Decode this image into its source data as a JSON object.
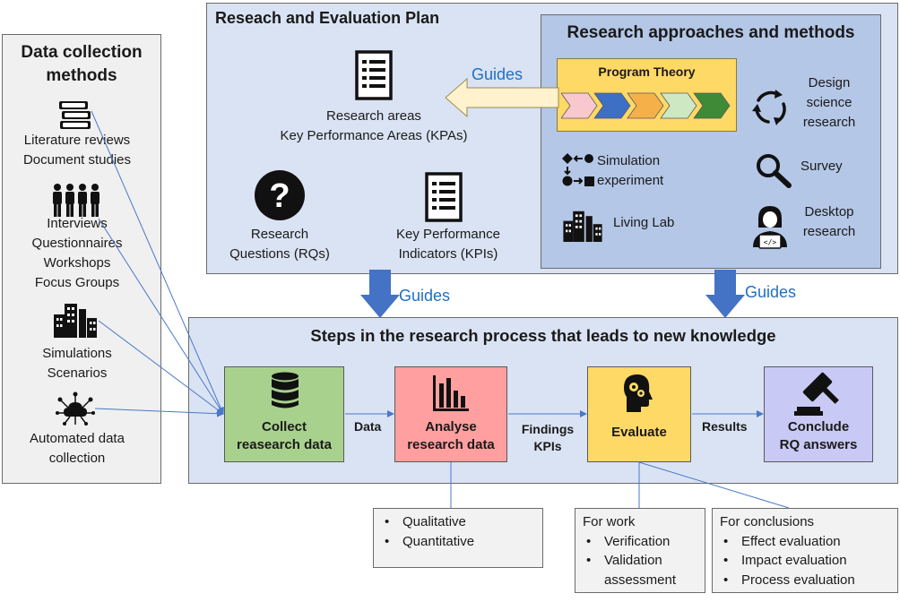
{
  "data_collection": {
    "title_line1": "Data collection",
    "title_line2": "methods",
    "items": [
      {
        "lines": [
          "Literature reviews",
          "Document studies"
        ],
        "icon": "books-icon"
      },
      {
        "lines": [
          "Interviews",
          "Questionnaires",
          "Workshops",
          "Focus Groups"
        ],
        "icon": "people-icon"
      },
      {
        "lines": [
          "Simulations",
          "Scenarios"
        ],
        "icon": "buildings-icon"
      },
      {
        "lines": [
          "Automated data",
          "collection"
        ],
        "icon": "cloud-network-icon"
      }
    ]
  },
  "plan": {
    "title": "Reseach and Evaluation Plan",
    "research_areas": [
      "Research areas",
      "Key Performance Areas (KPAs)"
    ],
    "research_questions": [
      "Research",
      "Questions (RQs)"
    ],
    "kpis": [
      "Key Performance",
      "Indicators (KPIs)"
    ]
  },
  "approaches": {
    "title": "Research approaches and methods",
    "program_theory": "Program Theory",
    "design_science": [
      "Design",
      "science",
      "research"
    ],
    "simulation": [
      "Simulation",
      "experiment"
    ],
    "survey": "Survey",
    "living_lab": "Living Lab",
    "desktop": [
      "Desktop",
      "research"
    ],
    "chevron_colors": [
      "#f9c8cf",
      "#3d6fc4",
      "#f6b04a",
      "#cfe8c4",
      "#3f8a37"
    ]
  },
  "guides": {
    "left": "Guides",
    "middle": "Guides",
    "right": "Guides"
  },
  "steps": {
    "title": "Steps in the research process that leads to new knowledge",
    "collect": [
      "Collect",
      "reasearch data"
    ],
    "analyse": [
      "Analyse",
      "research data"
    ],
    "evaluate": "Evaluate",
    "conclude": [
      "Conclude",
      "RQ answers"
    ],
    "arrow_data": "Data",
    "arrow_findings": [
      "Findings",
      "KPIs"
    ],
    "arrow_results": "Results",
    "colors": {
      "collect": "#a9d18e",
      "analyse": "#ff9f9f",
      "evaluate": "#ffd966",
      "conclude": "#c9c9f5"
    }
  },
  "notes": {
    "analysis": [
      "Qualitative",
      "Quantitative"
    ],
    "work_title": "For work",
    "work_items": [
      "Verification",
      "Validation assessment"
    ],
    "conclusions_title": "For conclusions",
    "conclusions_items": [
      "Effect evaluation",
      "Impact evaluation",
      "Process evaluation"
    ]
  }
}
